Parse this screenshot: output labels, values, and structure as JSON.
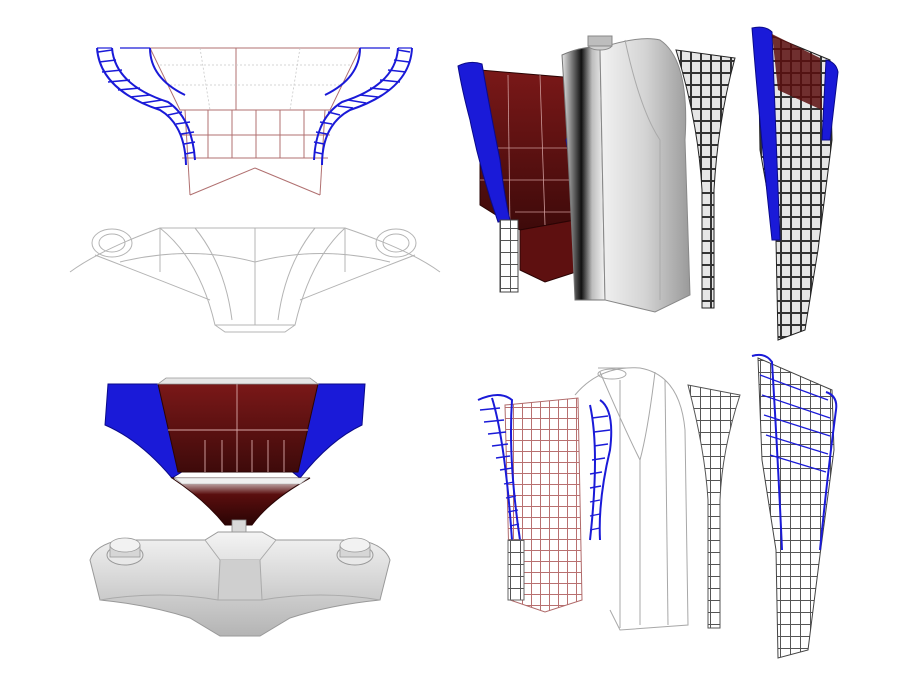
{
  "panels": [
    {
      "id": "top-left",
      "view": "wireframe-front"
    },
    {
      "id": "top-right",
      "view": "shaded-exploded"
    },
    {
      "id": "bottom-left",
      "view": "shaded-front"
    },
    {
      "id": "bottom-right",
      "view": "wireframe-exploded"
    }
  ],
  "colors": {
    "background": "#ffffff",
    "frame_blue": "#1a1ad8",
    "frame_blue_dark": "#0a0a8a",
    "panel_maroon": "#6e1414",
    "panel_maroon_dark": "#3a0808",
    "shell_grey": "#d8d8d8",
    "shell_grey_dark": "#8c8c8c",
    "wire_grey": "#9a9a9a",
    "wire_red": "#b06a6a",
    "lattice_dark": "#333333"
  }
}
